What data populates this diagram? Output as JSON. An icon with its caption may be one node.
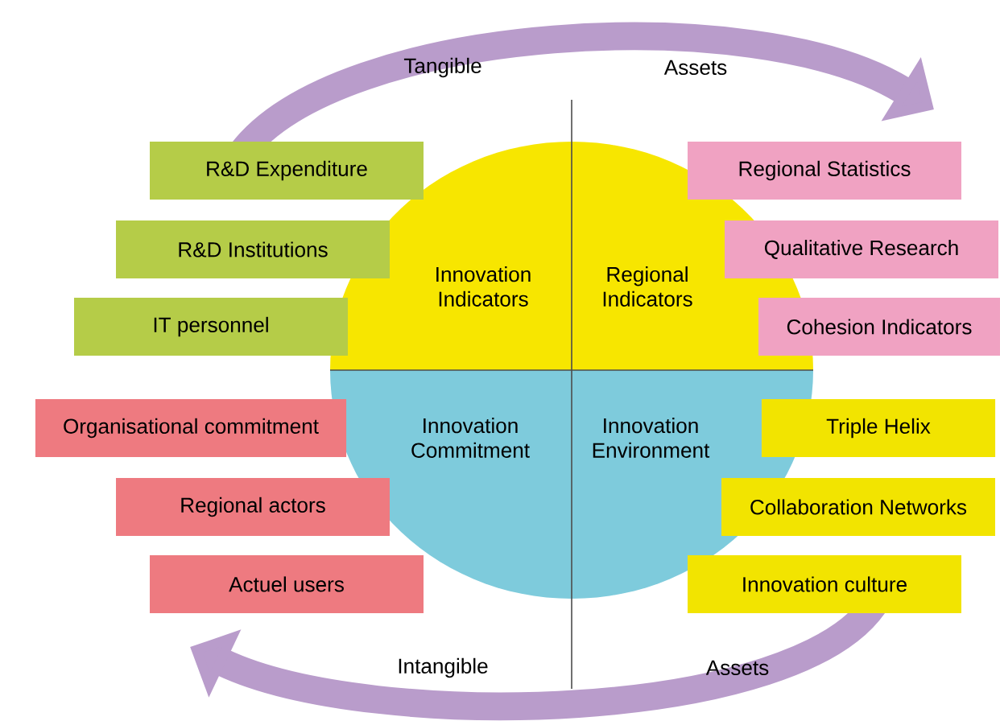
{
  "diagram": {
    "nodes": [
      {
        "text": [
          "Innovation Indicators"
        ]
      },
      {
        "text": [
          "Regional Indicators"
        ]
      },
      {
        "text": [
          "Innovation Commitment"
        ]
      },
      {
        "text": [
          "Innovation Environment"
        ]
      },
      {
        "text": [
          "R&D Expenditure"
        ]
      },
      {
        "text": [
          "R&D Institutions"
        ]
      },
      {
        "text": [
          "IT personnel"
        ]
      },
      {
        "text": [
          "Regional Statistics"
        ]
      },
      {
        "text": [
          "Qualitative Research"
        ]
      },
      {
        "text": [
          "Cohesion Indicators"
        ]
      },
      {
        "text": [
          "Organisational commitment"
        ]
      },
      {
        "text": [
          "Regional actors"
        ]
      },
      {
        "text": [
          "Actuel users"
        ]
      },
      {
        "text": [
          "Triple Helix"
        ]
      },
      {
        "text": [
          "Collaboration Networks"
        ]
      },
      {
        "text": [
          "Innovation culture"
        ]
      }
    ],
    "labels": [
      "Tangible",
      "Assets",
      "Intangible",
      "Assets"
    ]
  }
}
